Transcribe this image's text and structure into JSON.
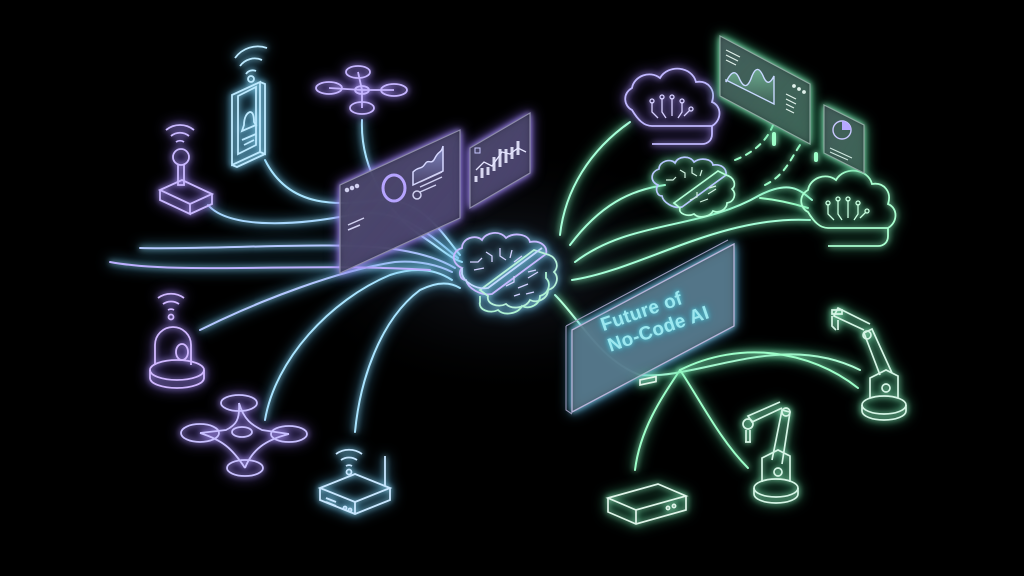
{
  "title": {
    "line1": "Future of",
    "line2": "No-Code AI"
  },
  "colors": {
    "background": "#000000",
    "purple": "#b9a6ff",
    "cyan": "#9fe6ff",
    "green": "#9dffc9",
    "title_text": "#9ce8f0"
  },
  "nodes": [
    {
      "name": "joystick-controller",
      "icon": "joystick-icon"
    },
    {
      "name": "smart-doorbell",
      "icon": "doorbell-icon"
    },
    {
      "name": "drone-top",
      "icon": "drone-icon"
    },
    {
      "name": "security-camera",
      "icon": "camera-icon"
    },
    {
      "name": "drone-bottom",
      "icon": "drone-icon"
    },
    {
      "name": "wifi-router",
      "icon": "router-icon"
    },
    {
      "name": "central-ai-brain",
      "icon": "brain-circuit-icon"
    },
    {
      "name": "secondary-ai-brain",
      "icon": "brain-circuit-icon"
    },
    {
      "name": "cloud-top",
      "icon": "cloud-circuit-icon"
    },
    {
      "name": "cloud-right",
      "icon": "cloud-circuit-icon"
    },
    {
      "name": "robot-arm-right",
      "icon": "robot-arm-icon"
    },
    {
      "name": "robot-arm-center",
      "icon": "robot-arm-icon"
    },
    {
      "name": "edge-device-box",
      "icon": "device-box-icon"
    },
    {
      "name": "dashboard-panel-left",
      "icon": "dashboard-icon"
    },
    {
      "name": "bar-chart-panel",
      "icon": "bar-chart-icon"
    },
    {
      "name": "wave-chart-panel",
      "icon": "area-chart-icon"
    },
    {
      "name": "pie-chart-panel",
      "icon": "pie-chart-icon"
    }
  ]
}
